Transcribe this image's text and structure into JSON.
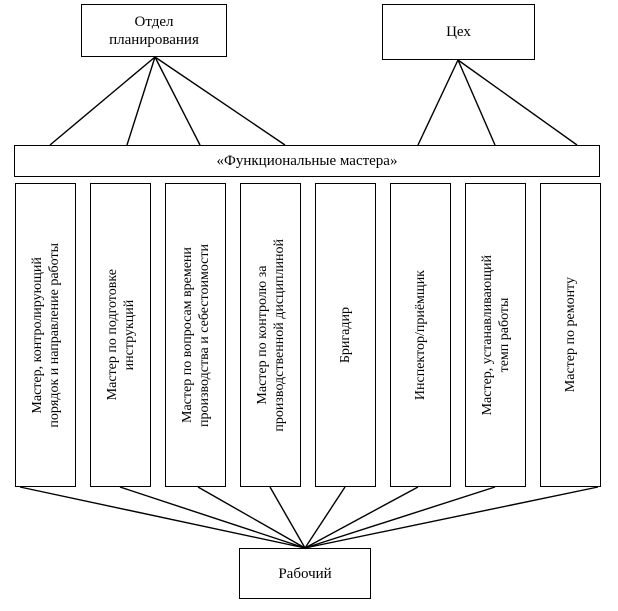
{
  "nodes": {
    "planning": "Отдел\nпланирования",
    "workshop": "Цех",
    "band": "«Функциональные мастера»",
    "worker": "Рабочий"
  },
  "columns": [
    "Мастер,  контролирующий\nпорядок и направление работы",
    "Мастер по подготовке\nинструкций",
    "Мастер по вопросам времени\nпроизводства и себестоимости",
    "Мастер по контролю за\nпроизводственной дисциплиной",
    "Бригадир",
    "Инспектор/приёмщик",
    "Мастер,  устанавливающий\nтемп работы",
    "Мастер по ремонту"
  ]
}
